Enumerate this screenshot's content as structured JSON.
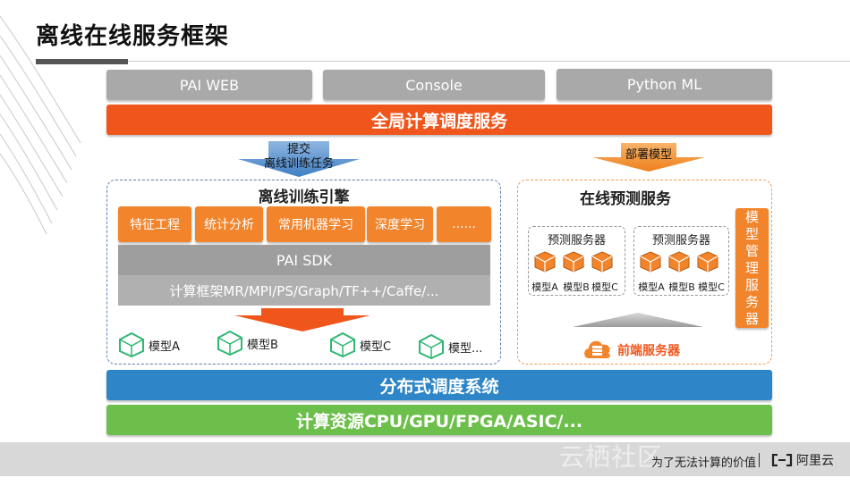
{
  "title": "离线在线服务框架",
  "top_buttons": [
    "PAI WEB",
    "Console",
    "Python ML"
  ],
  "global_scheduler": "全局计算调度服务",
  "submit_arrow": {
    "line1": "提交",
    "line2": "离线训练任务"
  },
  "deploy_arrow": "部署模型",
  "offline": {
    "title": "离线训练引擎",
    "features": [
      "特征工程",
      "统计分析",
      "常用机器学习",
      "深度学习",
      "......"
    ],
    "sdk": "PAI SDK",
    "frameworks": "计算框架MR/MPI/PS/Graph/TF++/Caffe/...",
    "models": [
      "模型A",
      "模型B",
      "模型C",
      "模型..."
    ]
  },
  "online": {
    "title": "在线预测服务",
    "servers": [
      {
        "label": "预测服务器",
        "models": [
          "模型A",
          "模型B",
          "模型C"
        ]
      },
      {
        "label": "预测服务器",
        "models": [
          "模型A",
          "模型B",
          "模型C"
        ]
      }
    ],
    "frontend": "前端服务器",
    "model_mgmt": [
      "模",
      "型",
      "管",
      "理",
      "服",
      "务",
      "器"
    ]
  },
  "distributed": "分布式调度系统",
  "resources": "计算资源CPU/GPU/FPGA/ASIC/...",
  "footer": {
    "slogan": "为了无法计算的价值",
    "brand": "阿里云",
    "watermark": "云栖社区 yq.aliyun.com"
  },
  "colors": {
    "orange": "#f2842c",
    "orange_red": "#f0561c",
    "blue": "#2e86c8",
    "green": "#6cbf4a",
    "gray": "#a9a9a9",
    "cube_green": "#2eb872"
  }
}
